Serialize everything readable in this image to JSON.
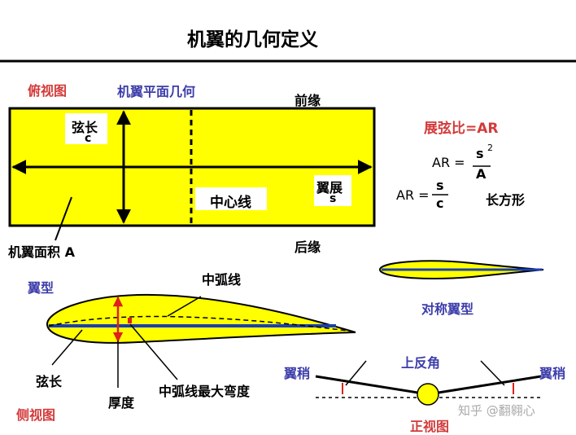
{
  "title": "机翼的几何定义",
  "top_view": {
    "label": "俯视图",
    "heading": "机翼平面几何",
    "leading_edge": "前缘",
    "trailing_edge": "后缘",
    "chord_label": "弦长",
    "chord_symbol": "c",
    "span_label": "翼展",
    "span_symbol": "s",
    "centerline_label": "中心线",
    "area_label": "机翼面积  A"
  },
  "aspect_ratio": {
    "heading": "展弦比=AR",
    "lhs": "AR =",
    "eq1_numerator": "s",
    "eq1_exponent": "2",
    "eq1_denominator": "A",
    "eq2_numerator": "s",
    "eq2_denominator": "c",
    "rectangle_note": "长方形"
  },
  "airfoil": {
    "label": "翼型",
    "camber_line": "中弧线",
    "symmetric": "对称翼型",
    "chord": "弦长",
    "thickness": "厚度",
    "max_camber": "中弧线最大弯度"
  },
  "side_view_label": "侧视图",
  "front_view": {
    "dihedral": "上反角",
    "wingtip_left": "翼稍",
    "wingtip_right": "翼稍",
    "label": "正视图"
  },
  "watermark": "知乎 @翻翱心",
  "colors": {
    "wing_fill": "#ffff00",
    "red_text": "#d33a3a",
    "blue_text": "#3c3caa",
    "chord_line": "#1a3fb0",
    "thickness_arrow": "#e0201a"
  }
}
